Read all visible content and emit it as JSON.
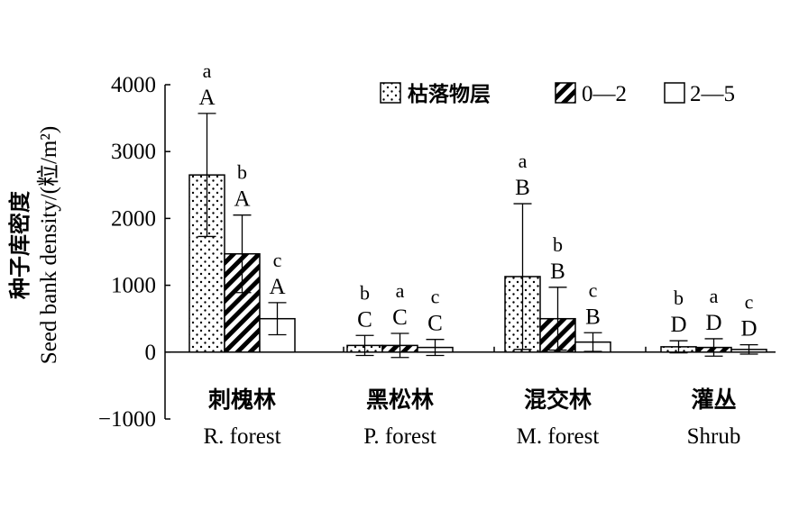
{
  "chart_data": {
    "type": "bar",
    "title": "",
    "ylabel_cn": "种子库密度",
    "ylabel_en": "Seed bank density/(粒/m²)",
    "ylim": [
      -1000,
      4000
    ],
    "yticks": [
      4000,
      3000,
      2000,
      1000,
      0,
      -1000
    ],
    "ytick_labels": [
      "4000",
      "3000",
      "2000",
      "1000",
      "0",
      "−1000"
    ],
    "grid": false,
    "legend_position": "top-right",
    "categories": [
      {
        "cn": "刺槐林",
        "en": "R. forest"
      },
      {
        "cn": "黑松林",
        "en": "P. forest"
      },
      {
        "cn": "混交林",
        "en": "M. forest"
      },
      {
        "cn": "灌丛",
        "en": "Shrub"
      }
    ],
    "series": [
      {
        "name": "枯落物层",
        "pattern": "dots",
        "values": [
          2650,
          100,
          1130,
          80
        ],
        "errors": [
          920,
          150,
          1090,
          90
        ],
        "sig_lower": [
          "a",
          "b",
          "a",
          "b"
        ],
        "sig_upper": [
          "A",
          "C",
          "B",
          "D"
        ]
      },
      {
        "name": "0—2",
        "pattern": "diagonal",
        "values": [
          1470,
          100,
          500,
          70
        ],
        "errors": [
          580,
          180,
          470,
          130
        ],
        "sig_lower": [
          "b",
          "a",
          "b",
          "a"
        ],
        "sig_upper": [
          "A",
          "C",
          "B",
          "D"
        ]
      },
      {
        "name": "2—5",
        "pattern": "empty",
        "values": [
          500,
          70,
          150,
          40
        ],
        "errors": [
          240,
          120,
          140,
          70
        ],
        "sig_lower": [
          "c",
          "c",
          "c",
          "c"
        ],
        "sig_upper": [
          "A",
          "C",
          "B",
          "D"
        ]
      }
    ],
    "colors": {
      "ink": "#000000",
      "background": "#ffffff"
    }
  }
}
